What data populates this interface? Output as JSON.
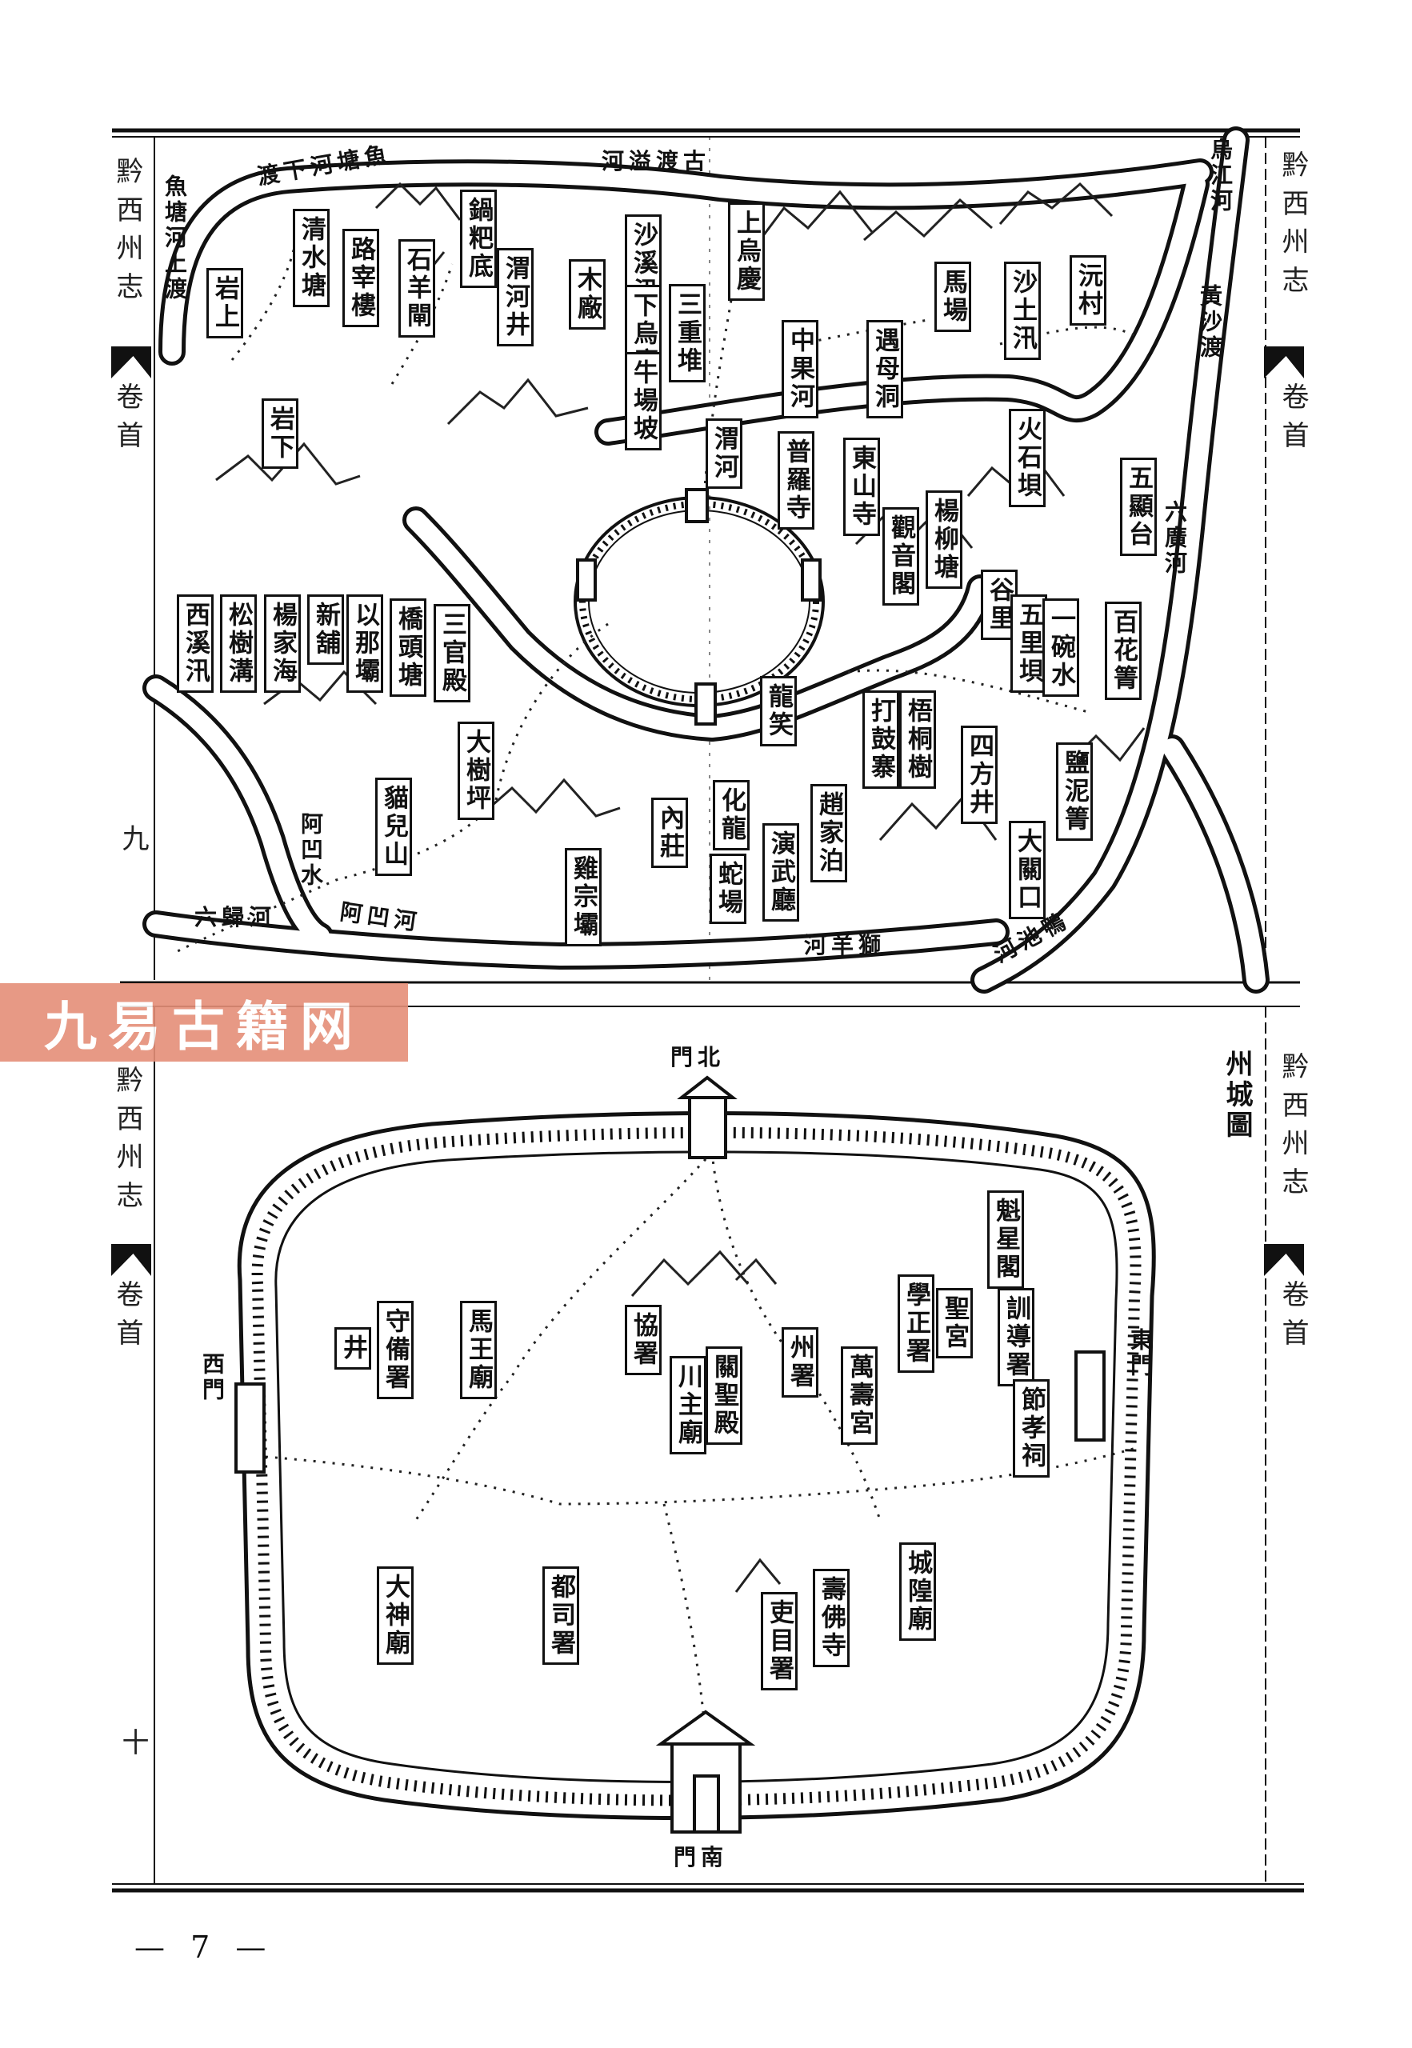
{
  "margins": {
    "book_title": "黔西州志",
    "volume": "卷首",
    "leaf_9": "九",
    "leaf_10": "十"
  },
  "page_number": "— 7 —",
  "watermark": "九易古籍网",
  "upper_map": {
    "places": [
      "岩上",
      "清水塘",
      "路宰樓",
      "石羊閘",
      "鍋粑底",
      "渭河井",
      "木廠",
      "沙溪汛",
      "下烏慶",
      "牛場坡",
      "三重堆",
      "上烏慶",
      "中果河",
      "遇母洞",
      "馬場",
      "沙土汛",
      "沅村",
      "岩下",
      "渭河",
      "普羅寺",
      "東山寺",
      "火石垻",
      "楊柳塘",
      "觀音閣",
      "五顯台",
      "谷里",
      "五里垻",
      "一碗水",
      "百花箐",
      "西溪汛",
      "松樹溝",
      "楊家海",
      "新舖",
      "以那壩",
      "橋頭塘",
      "三官殿",
      "龍笑",
      "打鼓寨",
      "梧桐樹",
      "四方井",
      "鹽泥箐",
      "大樹坪",
      "貓兒山",
      "內莊",
      "雞宗壩",
      "化龍",
      "蛇場",
      "演武廳",
      "趙家泊",
      "大關口"
    ],
    "rivers": [
      "魚塘河下渡",
      "古渡溢河",
      "魚塘河上渡",
      "烏江河",
      "黃沙渡",
      "六廣河",
      "阿凹水",
      "阿凹河",
      "六歸河",
      "獅羊河",
      "鴨池河"
    ]
  },
  "lower_map": {
    "title": "州城圖",
    "places": [
      "北門",
      "魁星閣",
      "學正署",
      "聖宮",
      "訓導署",
      "東門",
      "節孝祠",
      "西門",
      "井",
      "守備署",
      "馬王廟",
      "協署",
      "川主廟",
      "關聖殿",
      "州署",
      "萬壽宮",
      "城隍廟",
      "壽佛寺",
      "吏目署",
      "都司署",
      "大神廟",
      "南門"
    ]
  }
}
